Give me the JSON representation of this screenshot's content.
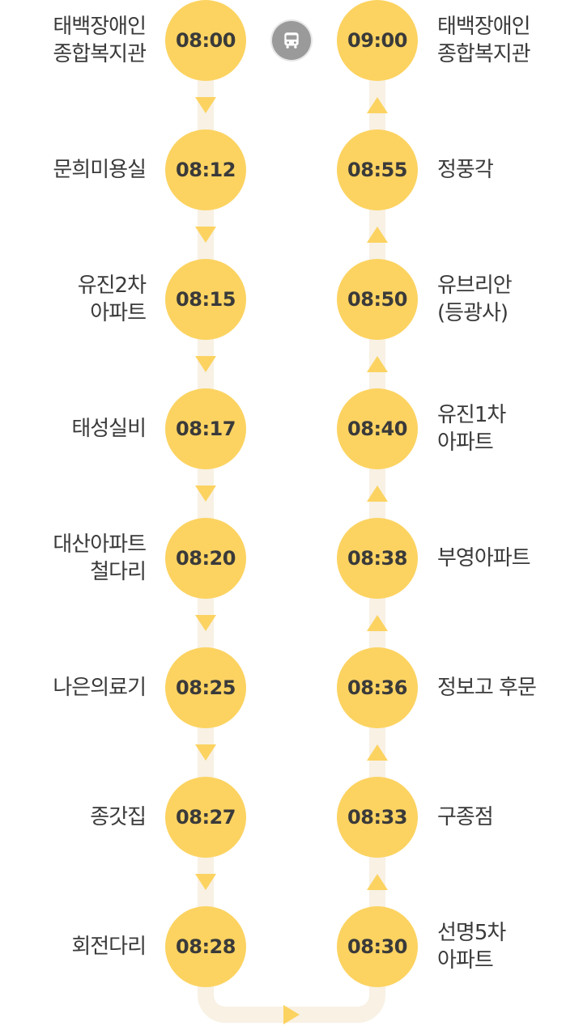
{
  "route": {
    "outbound": [
      {
        "time": "08:00",
        "lines": [
          "태백장애인",
          "종합복지관"
        ]
      },
      {
        "time": "08:12",
        "lines": [
          "문희미용실"
        ]
      },
      {
        "time": "08:15",
        "lines": [
          "유진2차",
          "아파트"
        ]
      },
      {
        "time": "08:17",
        "lines": [
          "태성실비"
        ]
      },
      {
        "time": "08:20",
        "lines": [
          "대산아파트",
          "철다리"
        ]
      },
      {
        "time": "08:25",
        "lines": [
          "나은의료기"
        ]
      },
      {
        "time": "08:27",
        "lines": [
          "종갓집"
        ]
      },
      {
        "time": "08:28",
        "lines": [
          "회전다리"
        ]
      }
    ],
    "inbound": [
      {
        "time": "09:00",
        "lines": [
          "태백장애인",
          "종합복지관"
        ]
      },
      {
        "time": "08:55",
        "lines": [
          "정풍각"
        ]
      },
      {
        "time": "08:50",
        "lines": [
          "유브리안",
          "(등광사)"
        ]
      },
      {
        "time": "08:40",
        "lines": [
          "유진1차",
          "아파트"
        ]
      },
      {
        "time": "08:38",
        "lines": [
          "부영아파트"
        ]
      },
      {
        "time": "08:36",
        "lines": [
          "정보고 후문"
        ]
      },
      {
        "time": "08:33",
        "lines": [
          "구종점"
        ]
      },
      {
        "time": "08:30",
        "lines": [
          "선명5차",
          "아파트"
        ]
      }
    ]
  },
  "icons": {
    "bus": "bus-icon"
  },
  "colors": {
    "stop": "#fcd361",
    "track": "#f8f1e4",
    "text": "#3a3a3a",
    "bus_badge": "#9a9a9a"
  }
}
